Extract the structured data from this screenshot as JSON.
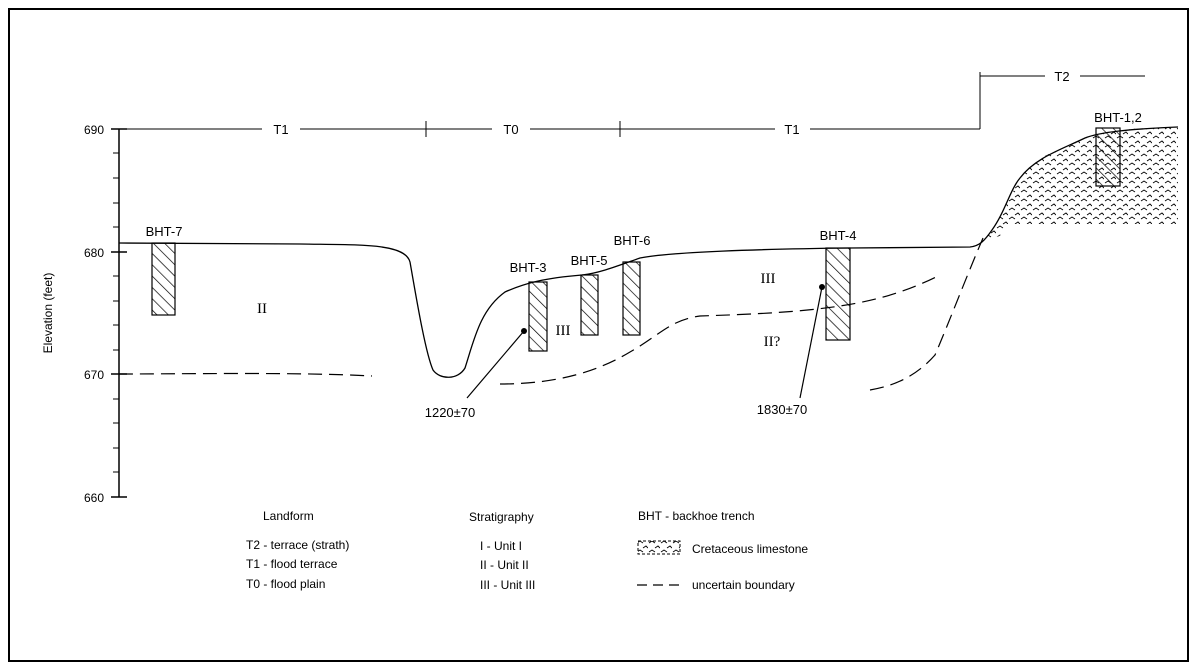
{
  "axis": {
    "ylabel": "Elevation (feet)",
    "ticks": [
      "690",
      "680",
      "670",
      "660"
    ]
  },
  "landforms_top": [
    "T1",
    "T0",
    "T1",
    "T2"
  ],
  "trenches": [
    "BHT-7",
    "BHT-3",
    "BHT-5",
    "BHT-6",
    "BHT-4",
    "BHT-1,2"
  ],
  "units": [
    "II",
    "III",
    "III",
    "II?"
  ],
  "dates": [
    "1220±70",
    "1830±70"
  ],
  "legend": {
    "landform": {
      "title": "Landform",
      "items": [
        "T2 - terrace (strath)",
        "T1 - flood terrace",
        "T0 - flood plain"
      ]
    },
    "stratigraphy": {
      "title": "Stratigraphy",
      "items": [
        "I - Unit I",
        "II - Unit II",
        "III - Unit III"
      ]
    },
    "symbols": {
      "title": "BHT - backhoe trench",
      "limestone": "Cretaceous limestone",
      "boundary": "uncertain boundary"
    }
  }
}
